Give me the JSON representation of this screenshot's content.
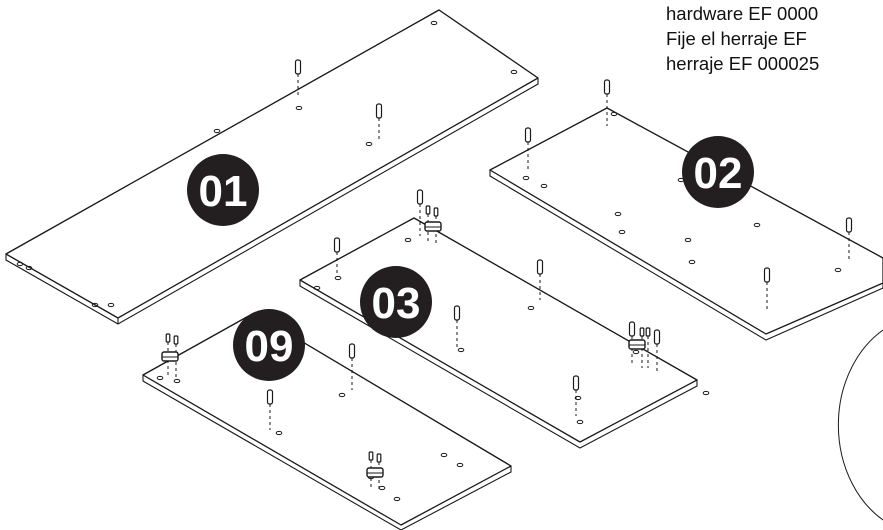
{
  "instructions": {
    "line1": "hardware EF 0000",
    "line2": "Fije el herraje EF",
    "line3": "herraje EF 000025"
  },
  "panels": [
    {
      "id": "01"
    },
    {
      "id": "02"
    },
    {
      "id": "03"
    },
    {
      "id": "09"
    }
  ],
  "colors": {
    "badge": "#231f20",
    "line": "#1a1a1a"
  }
}
